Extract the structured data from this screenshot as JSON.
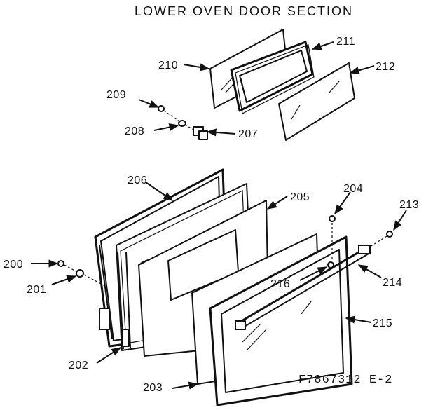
{
  "title": "LOWER OVEN DOOR SECTION",
  "figure_code": "F7867312 E-2",
  "parts": {
    "p200": "200",
    "p201": "201",
    "p202": "202",
    "p203": "203",
    "p204": "204",
    "p205": "205",
    "p206": "206",
    "p207": "207",
    "p208": "208",
    "p209": "209",
    "p210": "210",
    "p211": "211",
    "p212": "212",
    "p213": "213",
    "p214": "214",
    "p215": "215",
    "p216": "216"
  }
}
